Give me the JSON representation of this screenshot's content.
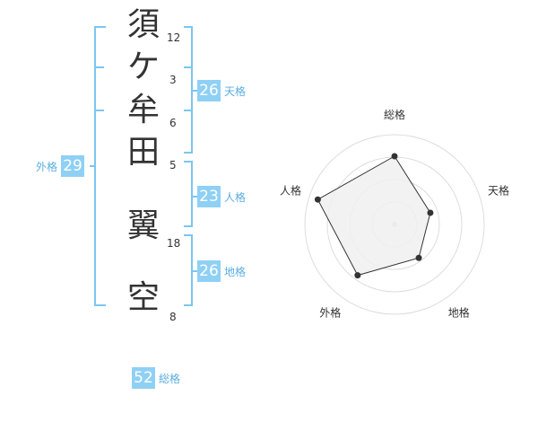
{
  "name_chars": [
    "須",
    "ケ",
    "牟",
    "田",
    "翼",
    "空"
  ],
  "strokes": [
    "12",
    "3",
    "6",
    "5",
    "18",
    "8"
  ],
  "tenkaku": {
    "value": "26",
    "label": "天格"
  },
  "jinkaku": {
    "value": "23",
    "label": "人格"
  },
  "chikaku": {
    "value": "26",
    "label": "地格"
  },
  "gaikaku": {
    "value": "29",
    "label": "外格"
  },
  "soukaku": {
    "value": "52",
    "label": "総格"
  },
  "radar": {
    "axes": [
      "総格",
      "天格",
      "地格",
      "外格",
      "人格"
    ],
    "levels": 4,
    "values": [
      0.76,
      0.42,
      0.46,
      0.7,
      0.9
    ]
  },
  "colors": {
    "bracket": "#7cc6f0",
    "badge_bg": "#8fd0f5",
    "badge_label": "#5aaee0",
    "radar_fill": "#f0f0f0",
    "radar_line": "#333333",
    "grid": "#dddddd"
  }
}
